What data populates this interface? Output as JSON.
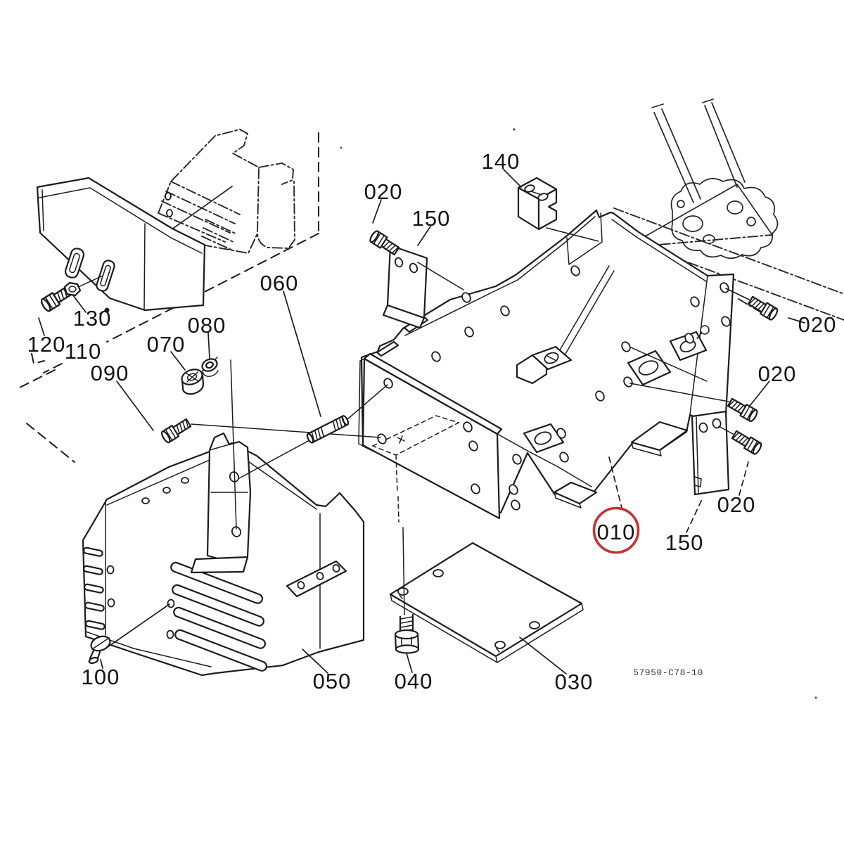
{
  "diagram": {
    "type": "exploded-parts-diagram",
    "background": "#ffffff",
    "line_color": "#1c1c1c",
    "highlight_color": "#c53030",
    "selected_ref": "010",
    "drawing_number": "57950-C78-10",
    "callouts": [
      {
        "ref": "140"
      },
      {
        "ref": "020"
      },
      {
        "ref": "150"
      },
      {
        "ref": "020"
      },
      {
        "ref": "020"
      },
      {
        "ref": "020"
      },
      {
        "ref": "150"
      },
      {
        "ref": "010",
        "circled": true
      },
      {
        "ref": "060"
      },
      {
        "ref": "080"
      },
      {
        "ref": "070"
      },
      {
        "ref": "090"
      },
      {
        "ref": "130"
      },
      {
        "ref": "120"
      },
      {
        "ref": "110"
      },
      {
        "ref": "100"
      },
      {
        "ref": "050"
      },
      {
        "ref": "040"
      },
      {
        "ref": "030"
      }
    ]
  }
}
